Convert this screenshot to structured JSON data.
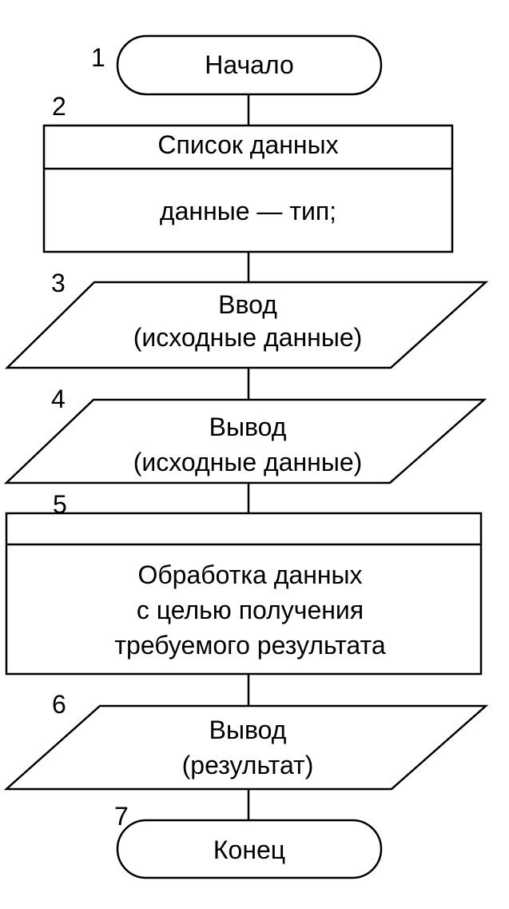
{
  "blocks": [
    {
      "number": "1",
      "lines": [
        "Начало"
      ]
    },
    {
      "number": "2",
      "header": "Список данных",
      "lines": [
        "данные — тип;"
      ]
    },
    {
      "number": "3",
      "lines": [
        "Ввод",
        "(исходные данные)"
      ]
    },
    {
      "number": "4",
      "lines": [
        "Вывод",
        "(исходные данные)"
      ]
    },
    {
      "number": "5",
      "lines": [
        "Обработка данных",
        "с целью получения",
        "требуемого результата"
      ]
    },
    {
      "number": "6",
      "lines": [
        "Вывод",
        "(результат)"
      ]
    },
    {
      "number": "7",
      "lines": [
        "Конец"
      ]
    }
  ]
}
